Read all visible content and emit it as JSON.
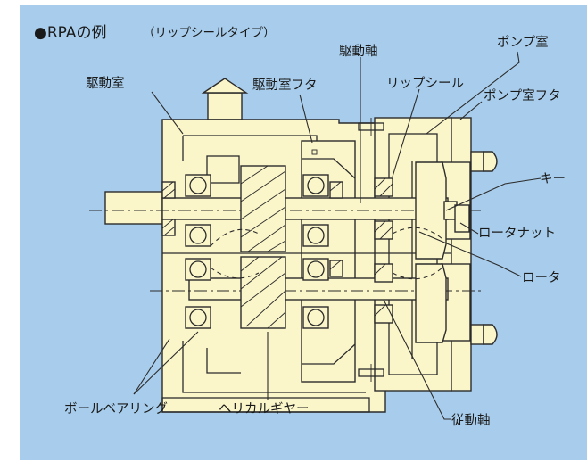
{
  "title": {
    "main": "●RPAの例",
    "sub": "（リップシールタイプ）"
  },
  "labels": {
    "drive_chamber": "駆動室",
    "drive_chamber_cover": "駆動室フタ",
    "drive_shaft": "駆動軸",
    "lip_seal": "リップシール",
    "pump_chamber": "ポンプ室",
    "pump_chamber_cover": "ポンプ室フタ",
    "key": "キー",
    "rotor_nut": "ロータナット",
    "rotor": "ロータ",
    "ball_bearing": "ボールベアリング",
    "helical_gear": "ヘリカルギヤー",
    "driven_shaft": "従動軸"
  },
  "colors": {
    "background": "#a8cdec",
    "body_fill": "#fbf6c9",
    "line": "#2b2b2b"
  }
}
